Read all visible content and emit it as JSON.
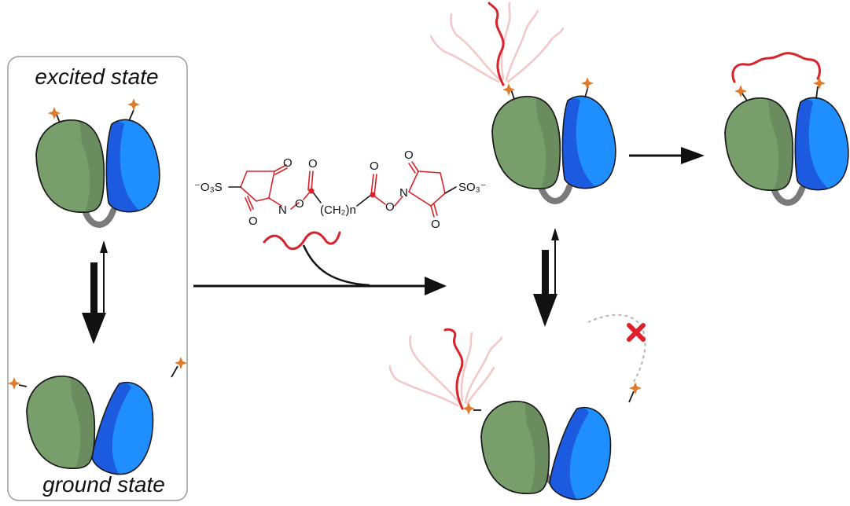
{
  "panel": {
    "top_label": "excited state",
    "bottom_label": "ground state"
  },
  "crosslinker": {
    "sulfonate_left": "⁻O₃S",
    "sulfonate_right": "SO₃⁻",
    "o_top_left": "O",
    "o_bottom_left": "O",
    "n_left": "N",
    "o_link_left": "O",
    "o_carbonyl_left": "O",
    "spacer": "(CH₂)n",
    "o_carbonyl_right": "O",
    "o_link_right": "O",
    "n_right": "N",
    "o_top_right": "O",
    "o_bottom_right": "O"
  },
  "colors": {
    "green_domain": "#789e6c",
    "green_shade": "#6a8c5f",
    "blue_domain": "#1f8fff",
    "blue_shade": "#1c5ae0",
    "linker": "#7a7a7a",
    "star": "#e07b2c",
    "crosslinker_red": "#d8232a",
    "faded_red": "#f4c7c7",
    "block_x": "#e0202a"
  }
}
